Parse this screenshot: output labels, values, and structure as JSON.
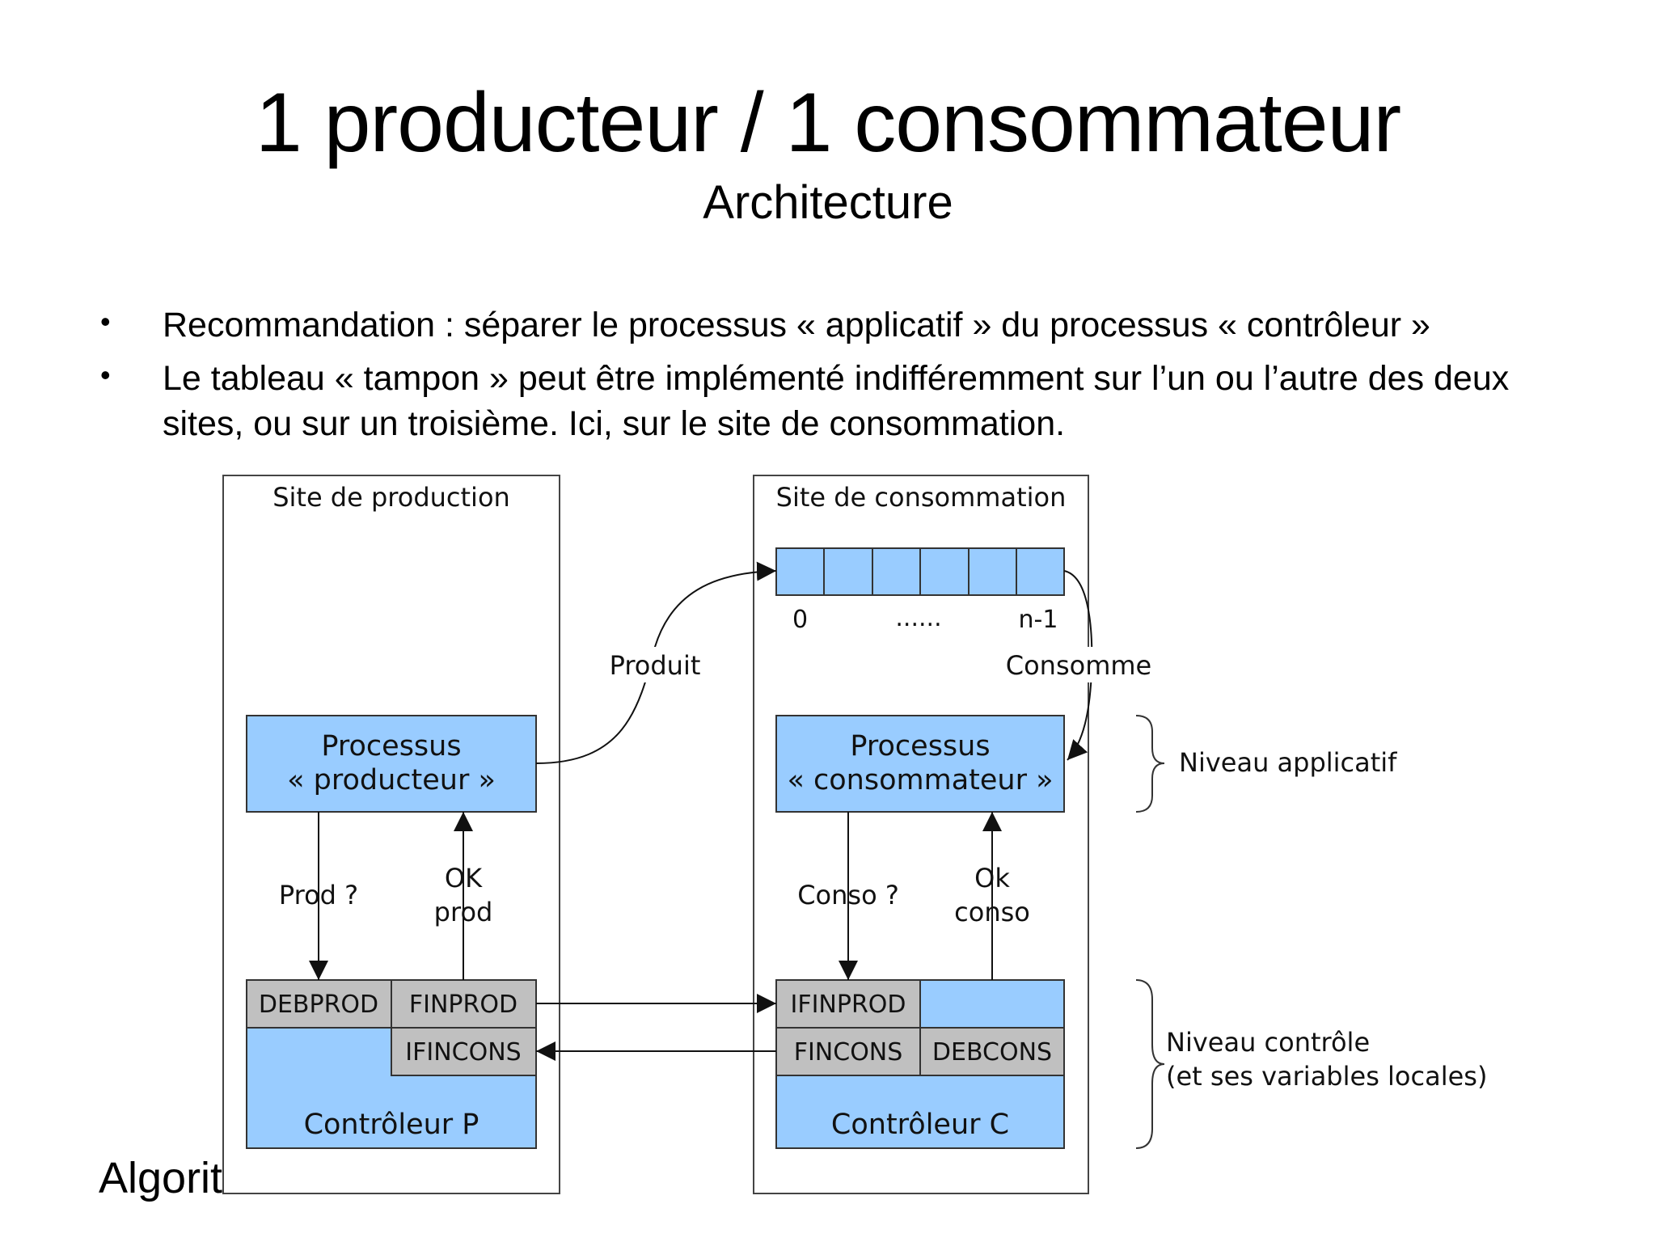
{
  "slide": {
    "title": "1 producteur / 1 consommateur",
    "subtitle": "Architecture",
    "bullets": [
      {
        "symbol": "•",
        "text": "Recommandation : séparer le processus « applicatif » du processus « contrôleur »"
      },
      {
        "symbol": "•",
        "text": "Le tableau « tampon » peut être implémenté indifféremment sur l’un ou l’autre des deux sites, ou sur un troisième. Ici, sur le site de consommation."
      }
    ],
    "footer": "Algorit"
  },
  "diagram": {
    "colors": {
      "process_fill": "#99ccff",
      "variable_fill": "#c0c0c0",
      "stroke": "#333333"
    },
    "site_production": {
      "label": "Site de production",
      "process": {
        "line1": "Processus",
        "line2": "« producteur »"
      },
      "controller": {
        "label": "Contrôleur P",
        "var_debprod": "DEBPROD",
        "var_finprod": "FINPROD",
        "var_ifincons": "IFINCONS"
      },
      "request_label_1": "Prod ?",
      "reply_label_1": "OK",
      "reply_label_2": "prod"
    },
    "site_consommation": {
      "label": "Site de consommation",
      "buffer": {
        "cells": 6,
        "index_first": "0",
        "index_middle": "......",
        "index_last": "n-1"
      },
      "process": {
        "line1": "Processus",
        "line2": "« consommateur »"
      },
      "controller": {
        "label": "Contrôleur C",
        "var_ifinprod": "IFINPROD",
        "var_fincons": "FINCONS",
        "var_debcons": "DEBCONS"
      },
      "request_label_1": "Conso ?",
      "reply_label_1": "Ok",
      "reply_label_2": "conso"
    },
    "arrow_produit": "Produit",
    "arrow_consomme": "Consomme",
    "level_applicatif": "Niveau applicatif",
    "level_controle_1": "Niveau contrôle",
    "level_controle_2": "(et ses variables locales)"
  }
}
